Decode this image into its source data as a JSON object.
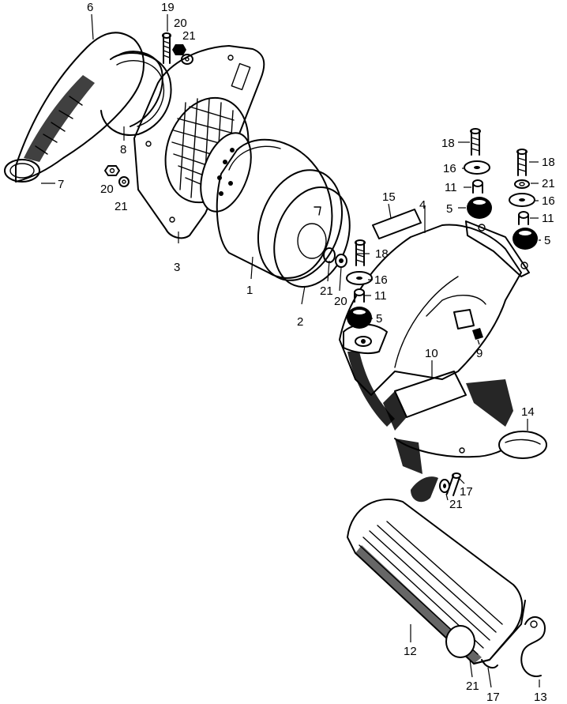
{
  "callouts": {
    "c1": "1",
    "c2": "2",
    "c3": "3",
    "c4": "4",
    "c5a": "5",
    "c5b": "5",
    "c5c": "5",
    "c6": "6",
    "c7": "7",
    "c8": "8",
    "c9": "9",
    "c10": "10",
    "c11a": "11",
    "c11b": "11",
    "c11c": "11",
    "c12": "12",
    "c13": "13",
    "c14": "14",
    "c15": "15",
    "c16a": "16",
    "c16b": "16",
    "c16c": "16",
    "c17a": "17",
    "c17b": "17",
    "c18a": "18",
    "c18b": "18",
    "c18c": "18",
    "c19": "19",
    "c20a": "20",
    "c20b": "20",
    "c20c": "20",
    "c21a": "21",
    "c21b": "21",
    "c21c": "21",
    "c21d": "21",
    "c21e": "21",
    "c21f": "21"
  }
}
